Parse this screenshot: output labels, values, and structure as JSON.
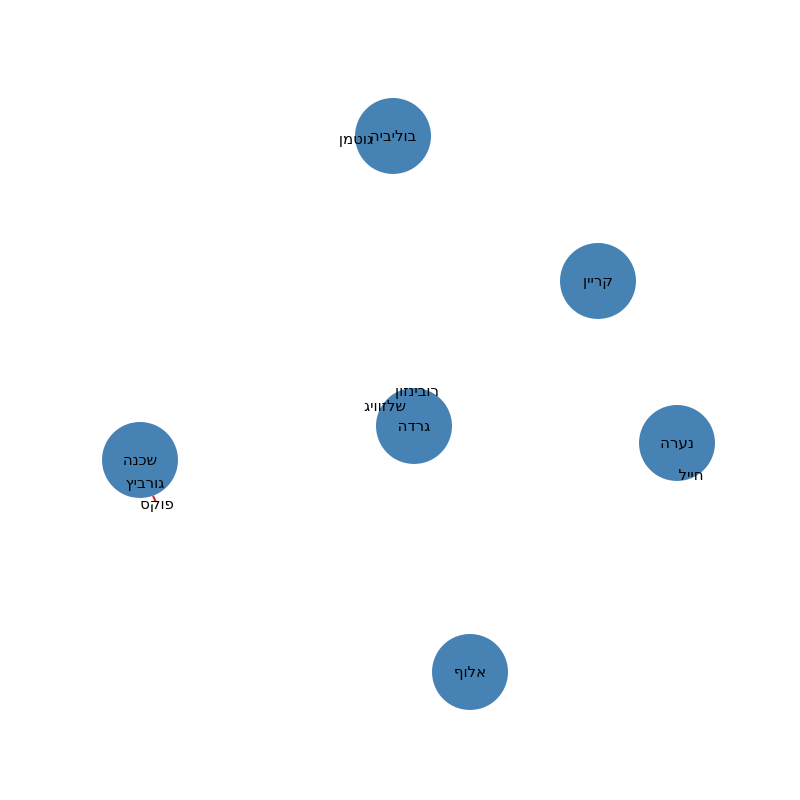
{
  "graph": {
    "node_color": "#4682b4",
    "edge_color": "#d62728",
    "label_color": "#000000",
    "nodes": [
      {
        "id": "bolivia",
        "label": "בוליביה"
      },
      {
        "id": "krayn",
        "label": "קריין"
      },
      {
        "id": "gerda",
        "label": "גרדה"
      },
      {
        "id": "naara",
        "label": "נערה"
      },
      {
        "id": "shchuna",
        "label": "שכנה"
      },
      {
        "id": "aluf",
        "label": "אלוף"
      }
    ],
    "free_labels": [
      {
        "id": "gutman",
        "label": "גוטמן"
      },
      {
        "id": "robinzon",
        "label": "רובינזון"
      },
      {
        "id": "shlezvig",
        "label": "שלזוויג"
      },
      {
        "id": "hayal",
        "label": "חייל"
      },
      {
        "id": "gurevich",
        "label": "גורביץ"
      },
      {
        "id": "fuks",
        "label": "פוקס"
      }
    ],
    "edges": [
      {
        "from": "gurevich",
        "to": "fuks"
      }
    ]
  }
}
